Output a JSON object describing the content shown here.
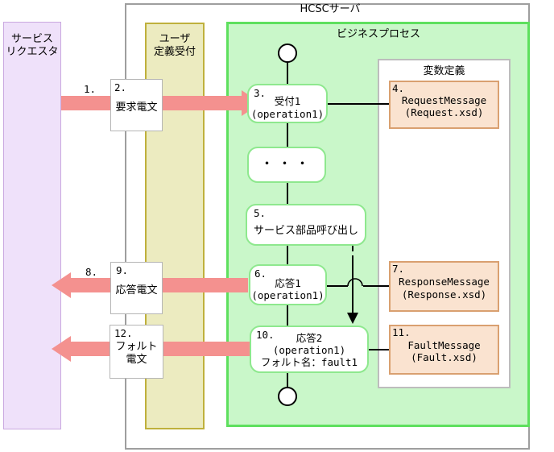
{
  "diagram": {
    "frame_title": "HCSCサーバ",
    "requester": {
      "title": "サービス\nリクエスタ"
    },
    "userdef": {
      "title": "ユーザ\n定義受付"
    },
    "business_process": {
      "title": "ビジネスプロセス"
    },
    "variable_definition": {
      "title": "変数定義"
    }
  },
  "activities": {
    "act3": {
      "num": "3.",
      "text": "受付1\n(operation1)"
    },
    "dots": {
      "text": "・・・"
    },
    "act5": {
      "num": "5.",
      "text": "サービス部品呼び出し"
    },
    "act6": {
      "num": "6.",
      "text": "応答1\n(operation1)"
    },
    "act10": {
      "num": "10.",
      "text": "応答2\n(operation1)\nフォルト名：fault1"
    }
  },
  "variables": {
    "var4": {
      "num": "4.",
      "text": "RequestMessage\n(Request.xsd)"
    },
    "var7": {
      "num": "7.",
      "text": "ResponseMessage\n(Response.xsd)"
    },
    "var11": {
      "num": "11.",
      "text": "FaultMessage\n(Fault.xsd)"
    }
  },
  "messages": {
    "msg2": {
      "num": "2.",
      "text": "要求電文"
    },
    "msg9": {
      "num": "9.",
      "text": "応答電文"
    },
    "msg12": {
      "num": "12.",
      "text": "フォルト\n電文"
    }
  },
  "steps": {
    "step1": "1.",
    "step8": "8."
  },
  "icons": {
    "start_node": "start-circle-icon",
    "end_node": "end-circle-icon",
    "flow_arrow": "thick-arrow-icon",
    "line_hop": "line-hop-icon"
  },
  "colors": {
    "requester_fill": "#efe1fa",
    "requester_border": "#c9a8e0",
    "userdef_fill": "#ecebc0",
    "userdef_border": "#bfb03c",
    "process_fill": "#c9f7c9",
    "process_border": "#5ee05e",
    "variable_fill": "#fae3d0",
    "variable_border": "#d9a070",
    "arrow_fill": "#f4918f",
    "frame_border": "#9e9e9e"
  }
}
